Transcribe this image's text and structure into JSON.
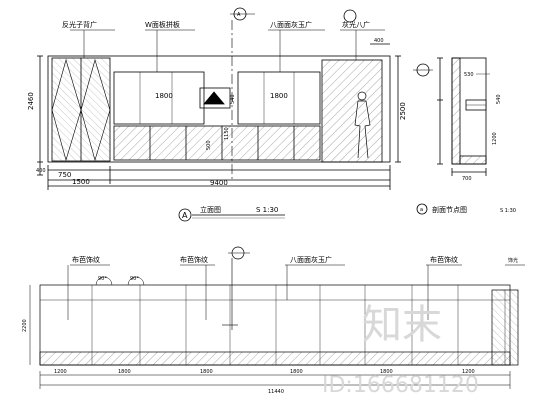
{
  "drawing": {
    "elevation_a": {
      "callouts": [
        "反光子背广",
        "W面板拼板",
        "八面面灰玉广",
        "灰光八广"
      ],
      "section_tag": "A",
      "dims_vertical": [
        "2460",
        "400"
      ],
      "dims_panel": [
        "1800",
        "1800",
        "540",
        "500",
        "1150"
      ],
      "dims_bottom": [
        "750",
        "1500",
        "9400"
      ],
      "dim_right": [
        "400",
        "2500"
      ],
      "title": "立面图",
      "scale": "S 1:30",
      "marker_a": "A"
    },
    "section": {
      "dims": [
        "530",
        "540",
        "1200",
        "700"
      ],
      "title": "剖面节点图",
      "scale": "S 1:30",
      "marker": "a"
    },
    "elevation_b": {
      "callouts": [
        "布芭饰纹",
        "布芭饰纹",
        "八面面灰玉广",
        "布芭饰纹",
        "饰光"
      ],
      "angles": [
        "90°",
        "90°"
      ],
      "dims_bottom": [
        "1200",
        "1800",
        "1800",
        "1800",
        "1800",
        "1200"
      ],
      "dim_total": "11440",
      "dim_left": "2200"
    }
  },
  "watermark": {
    "brand": "知末",
    "id_text": "ID:166681120"
  }
}
